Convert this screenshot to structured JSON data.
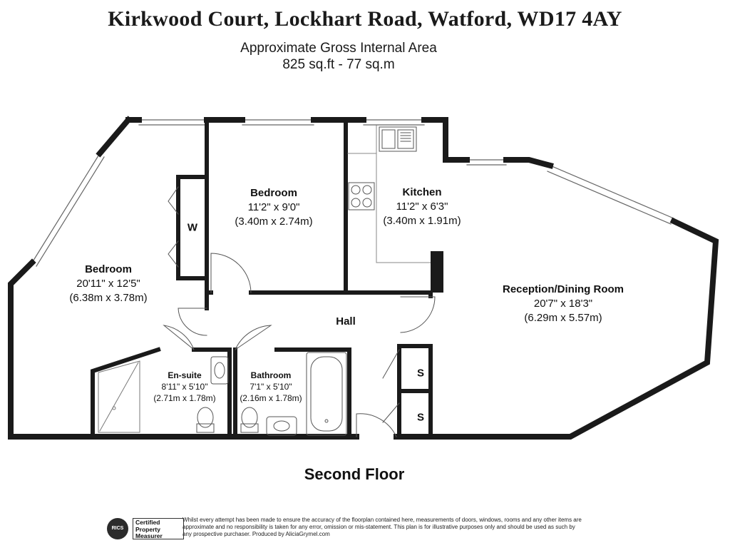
{
  "header": {
    "title": "Kirkwood Court, Lockhart Road, Watford, WD17 4AY",
    "area_line1": "Approximate Gross Internal Area",
    "area_line2": "825 sq.ft - 77 sq.m"
  },
  "rooms": {
    "bedroom_main": {
      "name": "Bedroom",
      "imperial": "20'11\" x 12'5\"",
      "metric": "(6.38m x 3.78m)"
    },
    "bedroom_second": {
      "name": "Bedroom",
      "imperial": "11'2\" x 9'0\"",
      "metric": "(3.40m x 2.74m)"
    },
    "kitchen": {
      "name": "Kitchen",
      "imperial": "11'2\" x 6'3\"",
      "metric": "(3.40m x 1.91m)"
    },
    "reception": {
      "name": "Reception/Dining Room",
      "imperial": "20'7\" x 18'3\"",
      "metric": "(6.29m x 5.57m)"
    },
    "hall": {
      "name": "Hall"
    },
    "ensuite": {
      "name": "En-suite",
      "imperial": "8'11\" x 5'10\"",
      "metric": "(2.71m x 1.78m)"
    },
    "bathroom": {
      "name": "Bathroom",
      "imperial": "7'1\" x 5'10\"",
      "metric": "(2.16m x 1.78m)"
    }
  },
  "wardrobe_label": "W",
  "storage_labels": [
    "S",
    "S"
  ],
  "floor_label": "Second Floor",
  "footer": {
    "logo_text": "RICS",
    "badge_line1": "Certified",
    "badge_line2": "Property",
    "badge_line3": "Measurer",
    "disclaimer": "Whilst every attempt has been made to ensure the accuracy of the floorplan contained here, measurements of doors, windows, rooms and any other items are approximate and no responsibility is taken for any error, omission or mis-statement. This plan is for illustrative purposes only and should be used as such by any prospective purchaser. Produced by AliciaGrymel.com"
  }
}
